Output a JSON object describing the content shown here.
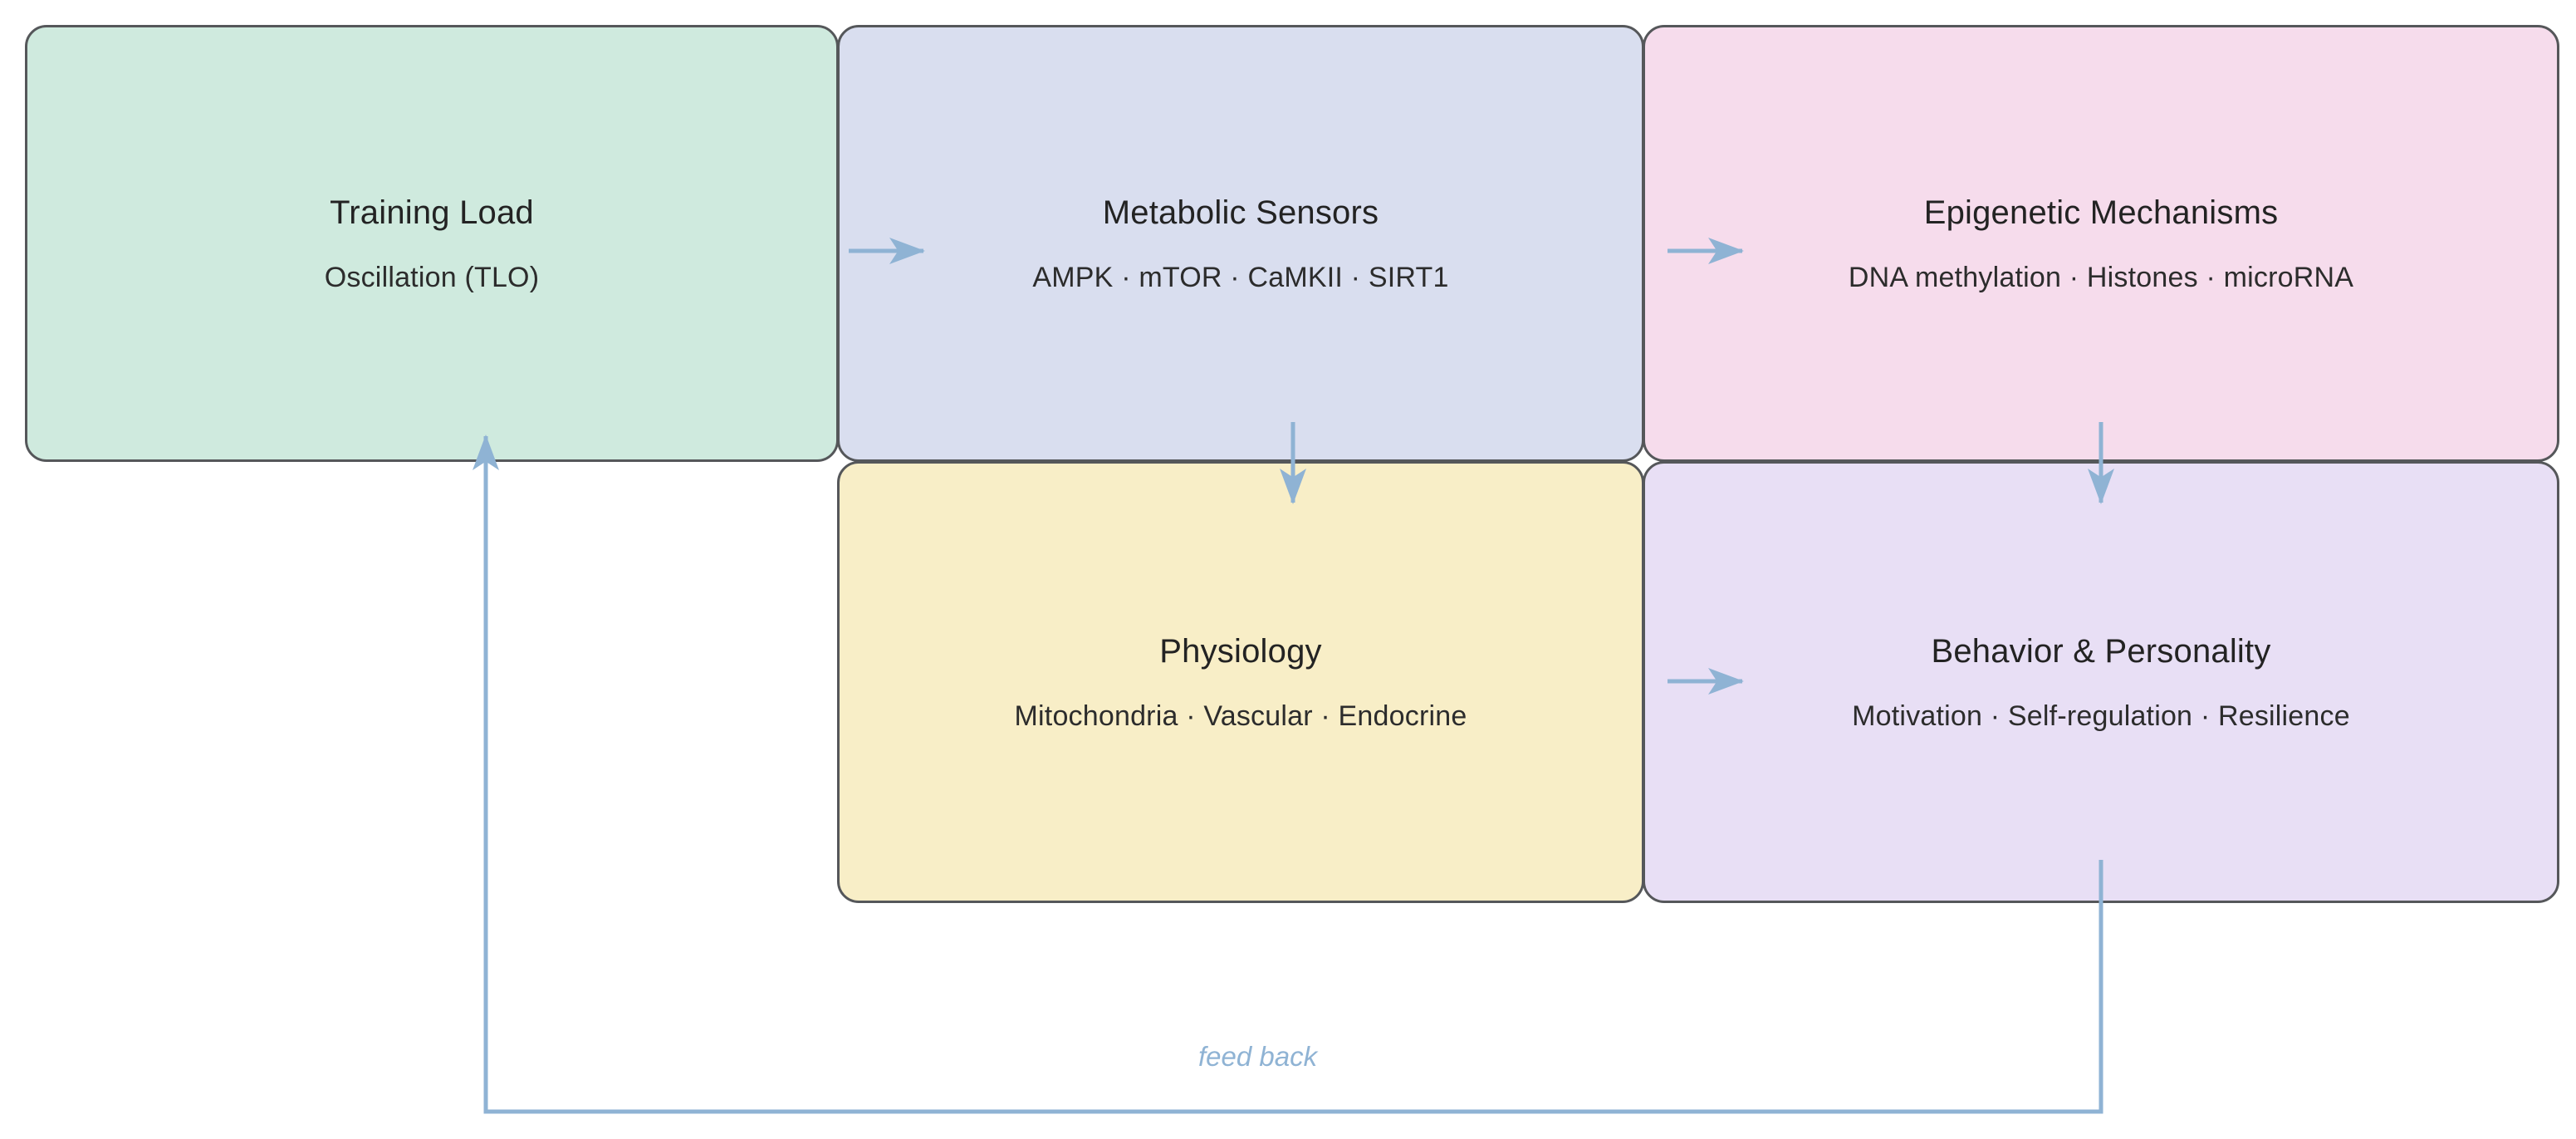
{
  "diagram": {
    "type": "flowchart",
    "background_color": "#ffffff",
    "node_border_color": "#55575a",
    "edge_color": "#8fb3d4",
    "nodes": [
      {
        "id": "training-load",
        "title": "Training Load",
        "subtitle": "Oscillation (TLO)",
        "color": "#cfeade"
      },
      {
        "id": "metabolic-sensors",
        "title": "Metabolic Sensors",
        "subtitle": "AMPK · mTOR · CaMKII · SIRT1",
        "color": "#d9deef"
      },
      {
        "id": "epigenetic-mechanisms",
        "title": "Epigenetic Mechanisms",
        "subtitle": "DNA methylation · Histones · microRNA",
        "color": "#f6dcec"
      },
      {
        "id": "physiology",
        "title": "Physiology",
        "subtitle": "Mitochondria · Vascular · Endocrine",
        "color": "#f8eec7"
      },
      {
        "id": "behavior-personality",
        "title": "Behavior & Personality",
        "subtitle": "Motivation · Self-regulation · Resilience",
        "color": "#e8dff5"
      }
    ],
    "edges": [
      {
        "id": "edge-tlo-metabolic",
        "from": "training-load",
        "to": "metabolic-sensors",
        "label": "",
        "direction": "right"
      },
      {
        "id": "edge-metabolic-epigenetic",
        "from": "metabolic-sensors",
        "to": "epigenetic-mechanisms",
        "label": "",
        "direction": "right"
      },
      {
        "id": "edge-metabolic-physiology",
        "from": "metabolic-sensors",
        "to": "physiology",
        "label": "",
        "direction": "down"
      },
      {
        "id": "edge-epigenetic-behavior",
        "from": "epigenetic-mechanisms",
        "to": "behavior-personality",
        "label": "",
        "direction": "down"
      },
      {
        "id": "edge-physiology-behavior",
        "from": "physiology",
        "to": "behavior-personality",
        "label": "",
        "direction": "right"
      },
      {
        "id": "edge-behavior-tlo",
        "from": "behavior-personality",
        "to": "training-load",
        "label": "feed back",
        "direction": "up"
      }
    ]
  }
}
